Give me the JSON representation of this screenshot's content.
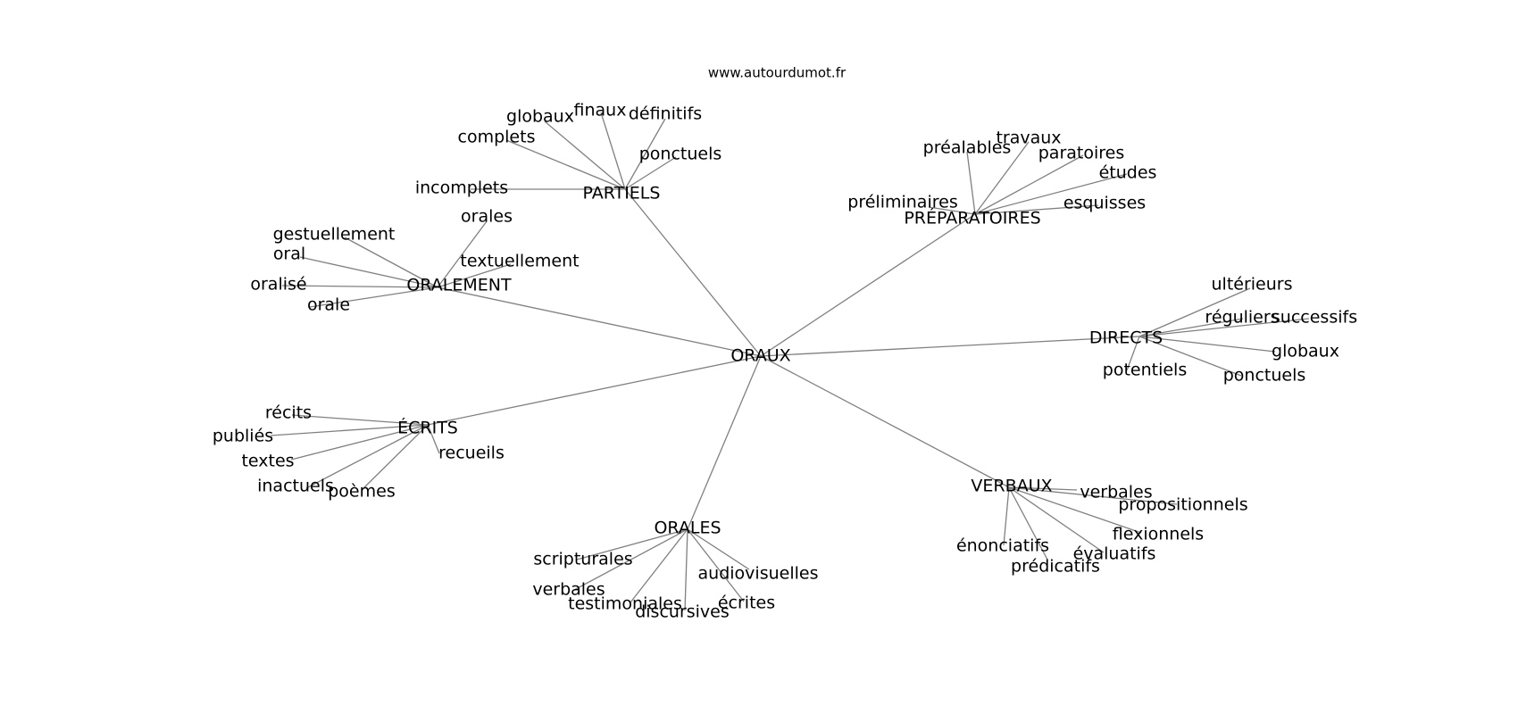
{
  "credit": "www.autourdumot.fr",
  "colors": {
    "edge": "#808080",
    "text": "#000000",
    "background": "#ffffff"
  },
  "root": "ORAUX",
  "groups": [
    {
      "hub": "PARTIELS",
      "words": [
        "globaux",
        "finaux",
        "définitifs",
        "complets",
        "ponctuels",
        "incomplets"
      ]
    },
    {
      "hub": "PRÉPARATOIRES",
      "words": [
        "préalables",
        "travaux",
        "paratoires",
        "études",
        "préliminaires",
        "esquisses"
      ]
    },
    {
      "hub": "ORALEMENT",
      "words": [
        "gestuellement",
        "orales",
        "oral",
        "textuellement",
        "oralisé",
        "orale"
      ]
    },
    {
      "hub": "DIRECTS",
      "words": [
        "ultérieurs",
        "réguliers",
        "successifs",
        "globaux",
        "potentiels",
        "ponctuels"
      ]
    },
    {
      "hub": "ÉCRITS",
      "words": [
        "récits",
        "publiés",
        "recueils",
        "textes",
        "inactuels",
        "poèmes"
      ]
    },
    {
      "hub": "VERBAUX",
      "words": [
        "verbales",
        "propositionnels",
        "flexionnels",
        "énonciatifs",
        "évaluatifs",
        "prédicatifs"
      ]
    },
    {
      "hub": "ORALES",
      "words": [
        "scripturales",
        "verbales",
        "testimoniales",
        "écrites",
        "audiovisuelles",
        "discursives"
      ]
    }
  ]
}
